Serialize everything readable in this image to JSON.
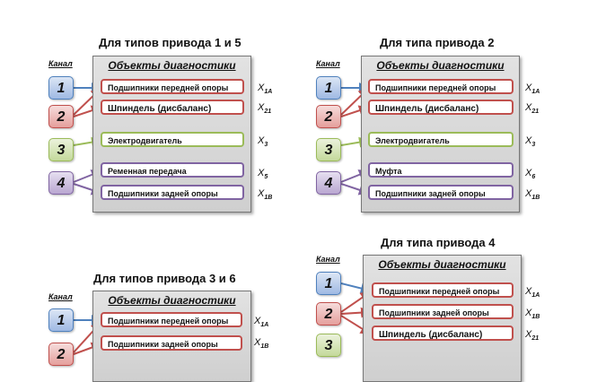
{
  "kanal_label": "Канал",
  "objects_header": "Объекты диагностики",
  "panel1": {
    "title": "Для типов привода  1 и 5",
    "channels": [
      "1",
      "2",
      "3",
      "4"
    ],
    "items": [
      "Подшипники передней опоры",
      "Шпиндель (дисбаланс)",
      "Электродвигатель",
      "Ременная передача",
      "Подшипники задней опоры"
    ],
    "x_labels": [
      {
        "main": "X",
        "sub": "1A"
      },
      {
        "main": "X",
        "sub": "21"
      },
      {
        "main": "X",
        "sub": "3"
      },
      {
        "main": "X",
        "sub": "5"
      },
      {
        "main": "X",
        "sub": "1B"
      }
    ]
  },
  "panel2": {
    "title": "Для типа привода  2",
    "channels": [
      "1",
      "2",
      "3",
      "4"
    ],
    "items": [
      "Подшипники передней опоры",
      "Шпиндель (дисбаланс)",
      "Электродвигатель",
      "Муфта",
      "Подшипники задней опоры"
    ],
    "x_labels": [
      {
        "main": "X",
        "sub": "1A"
      },
      {
        "main": "X",
        "sub": "21"
      },
      {
        "main": "X",
        "sub": "3"
      },
      {
        "main": "X",
        "sub": "6"
      },
      {
        "main": "X",
        "sub": "1B"
      }
    ]
  },
  "panel3": {
    "title": "Для типов привода  3 и 6",
    "channels": [
      "1",
      "2"
    ],
    "items": [
      "Подшипники передней опоры",
      "Подшипники задней опоры"
    ],
    "x_labels": [
      {
        "main": "X",
        "sub": "1A"
      },
      {
        "main": "X",
        "sub": "1B"
      }
    ]
  },
  "panel4": {
    "title": "Для типа привода  4",
    "channels": [
      "1",
      "2",
      "3"
    ],
    "items": [
      "Подшипники передней опоры",
      "Подшипники задней опоры",
      "Шпиндель (дисбаланс)"
    ],
    "x_labels": [
      {
        "main": "X",
        "sub": "1A"
      },
      {
        "main": "X",
        "sub": "1B"
      },
      {
        "main": "X",
        "sub": "21"
      }
    ]
  },
  "colors": {
    "blue": "#4f81bd",
    "red": "#c0504d",
    "green": "#9bbb59",
    "purple": "#8064a2"
  }
}
